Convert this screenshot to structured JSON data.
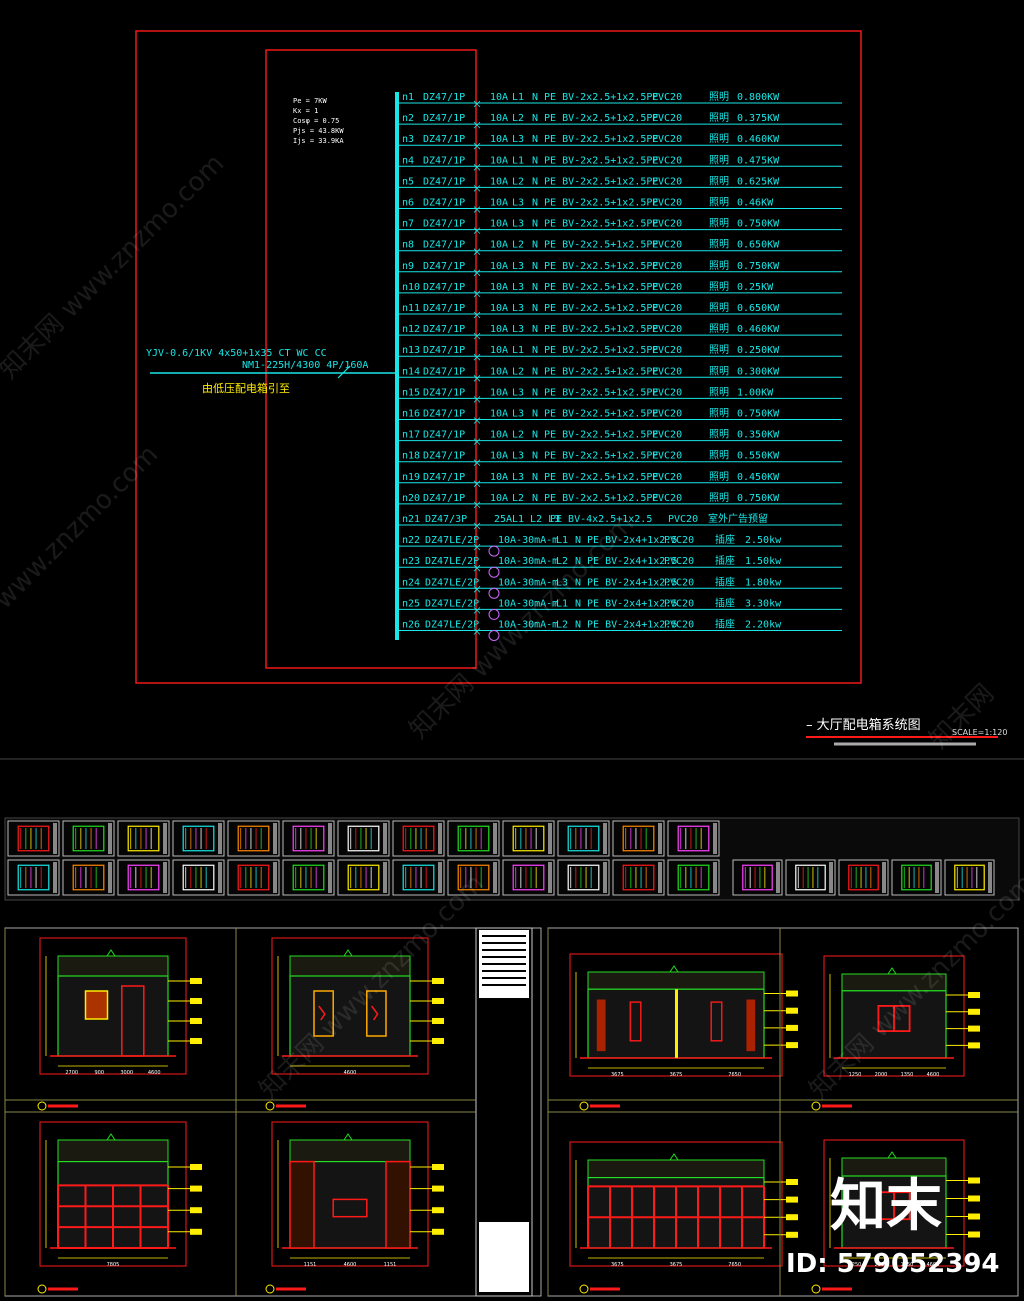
{
  "incoming": {
    "params": [
      "Pe  = 7KW",
      "Kx  = 1",
      "Cosφ = 0.75",
      "Pjs = 43.8KW",
      "Ijs = 33.9KA"
    ],
    "cable": "YJV-0.6/1KV 4x50+1x35  CT  WC  CC",
    "breaker": "NM1-225H/4300 4P/160A",
    "source_note": "由低压配电箱引至"
  },
  "circuits": [
    {
      "id": "n1",
      "breaker": "DZ47/1P",
      "rating": "10A",
      "phase": "L1",
      "cable": "N PE BV-2x2.5+1x2.5PE",
      "conduit": "PVC20",
      "use": "照明",
      "load": "0.800KW"
    },
    {
      "id": "n2",
      "breaker": "DZ47/1P",
      "rating": "10A",
      "phase": "L2",
      "cable": "N PE BV-2x2.5+1x2.5PE",
      "conduit": "PVC20",
      "use": "照明",
      "load": "0.375KW"
    },
    {
      "id": "n3",
      "breaker": "DZ47/1P",
      "rating": "10A",
      "phase": "L3",
      "cable": "N PE BV-2x2.5+1x2.5PE",
      "conduit": "PVC20",
      "use": "照明",
      "load": "0.460KW"
    },
    {
      "id": "n4",
      "breaker": "DZ47/1P",
      "rating": "10A",
      "phase": "L1",
      "cable": "N PE BV-2x2.5+1x2.5PE",
      "conduit": "PVC20",
      "use": "照明",
      "load": "0.475KW"
    },
    {
      "id": "n5",
      "breaker": "DZ47/1P",
      "rating": "10A",
      "phase": "L2",
      "cable": "N PE BV-2x2.5+1x2.5PE",
      "conduit": "PVC20",
      "use": "照明",
      "load": "0.625KW"
    },
    {
      "id": "n6",
      "breaker": "DZ47/1P",
      "rating": "10A",
      "phase": "L3",
      "cable": "N PE BV-2x2.5+1x2.5PE",
      "conduit": "PVC20",
      "use": "照明",
      "load": "0.46KW"
    },
    {
      "id": "n7",
      "breaker": "DZ47/1P",
      "rating": "10A",
      "phase": "L3",
      "cable": "N PE BV-2x2.5+1x2.5PE",
      "conduit": "PVC20",
      "use": "照明",
      "load": "0.750KW"
    },
    {
      "id": "n8",
      "breaker": "DZ47/1P",
      "rating": "10A",
      "phase": "L2",
      "cable": "N PE BV-2x2.5+1x2.5PE",
      "conduit": "PVC20",
      "use": "照明",
      "load": "0.650KW"
    },
    {
      "id": "n9",
      "breaker": "DZ47/1P",
      "rating": "10A",
      "phase": "L3",
      "cable": "N PE BV-2x2.5+1x2.5PE",
      "conduit": "PVC20",
      "use": "照明",
      "load": "0.750KW"
    },
    {
      "id": "n10",
      "breaker": "DZ47/1P",
      "rating": "10A",
      "phase": "L3",
      "cable": "N PE BV-2x2.5+1x2.5PE",
      "conduit": "PVC20",
      "use": "照明",
      "load": "0.25KW"
    },
    {
      "id": "n11",
      "breaker": "DZ47/1P",
      "rating": "10A",
      "phase": "L3",
      "cable": "N PE BV-2x2.5+1x2.5PE",
      "conduit": "PVC20",
      "use": "照明",
      "load": "0.650KW"
    },
    {
      "id": "n12",
      "breaker": "DZ47/1P",
      "rating": "10A",
      "phase": "L3",
      "cable": "N PE BV-2x2.5+1x2.5PE",
      "conduit": "PVC20",
      "use": "照明",
      "load": "0.460KW"
    },
    {
      "id": "n13",
      "breaker": "DZ47/1P",
      "rating": "10A",
      "phase": "L1",
      "cable": "N PE BV-2x2.5+1x2.5PE",
      "conduit": "PVC20",
      "use": "照明",
      "load": "0.250KW"
    },
    {
      "id": "n14",
      "breaker": "DZ47/1P",
      "rating": "10A",
      "phase": "L2",
      "cable": "N PE BV-2x2.5+1x2.5PE",
      "conduit": "PVC20",
      "use": "照明",
      "load": "0.300KW"
    },
    {
      "id": "n15",
      "breaker": "DZ47/1P",
      "rating": "10A",
      "phase": "L3",
      "cable": "N PE BV-2x2.5+1x2.5PE",
      "conduit": "PVC20",
      "use": "照明",
      "load": "1.00KW"
    },
    {
      "id": "n16",
      "breaker": "DZ47/1P",
      "rating": "10A",
      "phase": "L3",
      "cable": "N PE BV-2x2.5+1x2.5PE",
      "conduit": "PVC20",
      "use": "照明",
      "load": "0.750KW"
    },
    {
      "id": "n17",
      "breaker": "DZ47/1P",
      "rating": "10A",
      "phase": "L2",
      "cable": "N PE BV-2x2.5+1x2.5PE",
      "conduit": "PVC20",
      "use": "照明",
      "load": "0.350KW"
    },
    {
      "id": "n18",
      "breaker": "DZ47/1P",
      "rating": "10A",
      "phase": "L3",
      "cable": "N PE BV-2x2.5+1x2.5PE",
      "conduit": "PVC20",
      "use": "照明",
      "load": "0.550KW"
    },
    {
      "id": "n19",
      "breaker": "DZ47/1P",
      "rating": "10A",
      "phase": "L3",
      "cable": "N PE BV-2x2.5+1x2.5PE",
      "conduit": "PVC20",
      "use": "照明",
      "load": "0.450KW"
    },
    {
      "id": "n20",
      "breaker": "DZ47/1P",
      "rating": "10A",
      "phase": "L2",
      "cable": "N PE BV-2x2.5+1x2.5PE",
      "conduit": "PVC20",
      "use": "照明",
      "load": "0.750KW"
    },
    {
      "id": "n21",
      "breaker": "DZ47/3P",
      "rating": "25A",
      "phase": "L1 L2 L3",
      "cable": "PE BV-4x2.5+1x2.5",
      "conduit": "PVC20",
      "use": "室外广告预留",
      "load": ""
    },
    {
      "id": "n22",
      "breaker": "DZ47LE/2P",
      "rating": "10A-30mA-m",
      "phase": "L1",
      "cable": "N PE BV-2x4+1x2.5",
      "conduit": "PVC20",
      "use": "插座",
      "load": "2.50kw"
    },
    {
      "id": "n23",
      "breaker": "DZ47LE/2P",
      "rating": "10A-30mA-m",
      "phase": "L2",
      "cable": "N PE BV-2x4+1x2.5",
      "conduit": "PVC20",
      "use": "插座",
      "load": "1.50kw"
    },
    {
      "id": "n24",
      "breaker": "DZ47LE/2P",
      "rating": "10A-30mA-m",
      "phase": "L3",
      "cable": "N PE BV-2x4+1x2.5",
      "conduit": "PVC20",
      "use": "插座",
      "load": "1.80kw"
    },
    {
      "id": "n25",
      "breaker": "DZ47LE/2P",
      "rating": "10A-30mA-m",
      "phase": "L1",
      "cable": "N PE BV-2x4+1x2.5",
      "conduit": "PVC20",
      "use": "插座",
      "load": "3.30kw"
    },
    {
      "id": "n26",
      "breaker": "DZ47LE/2P",
      "rating": "10A-30mA-m",
      "phase": "L2",
      "cable": "N PE BV-2x4+1x2.5",
      "conduit": "PVC20",
      "use": "插座",
      "load": "2.20kw"
    }
  ],
  "diagram_title": "大厅配电箱系统图",
  "diagram_scale": "SCALE=1:120",
  "watermark": {
    "brand": "知末",
    "id": "ID: 579052394",
    "site": "www.znzmo.com",
    "site_cn": "知末网"
  },
  "elevation_dims": {
    "a": [
      "2700",
      "900",
      "3000",
      "4600"
    ],
    "b": [
      "4600"
    ],
    "c": [
      "7805"
    ],
    "d": [
      "1151",
      "4600",
      "1151"
    ],
    "e": [
      "3675",
      "3675",
      "7650"
    ],
    "f": [
      "1250",
      "2000",
      "1350",
      "4600"
    ]
  },
  "colors": {
    "red": "#ff1a1a",
    "cyan": "#19e6e6",
    "yellow": "#ffee00",
    "green": "#22dd22",
    "white": "#ffffff",
    "grid": "#888844"
  }
}
